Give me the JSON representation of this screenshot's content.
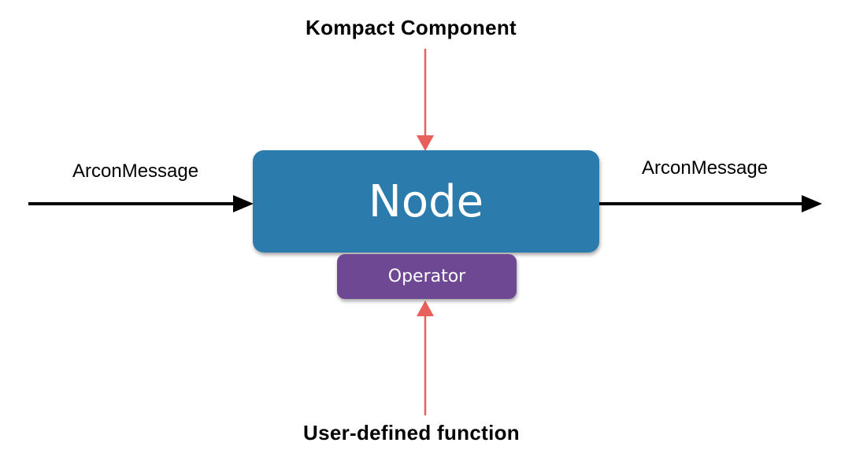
{
  "labels": {
    "top": "Kompact Component",
    "bottom": "User-defined function",
    "input_message": "ArconMessage",
    "output_message": "ArconMessage"
  },
  "boxes": {
    "node": "Node",
    "operator": "Operator"
  },
  "colors": {
    "node_fill": "#2b7cac",
    "operator_fill": "#6e4892",
    "red_arrow": "#e8605a",
    "black_arrow": "#000000"
  }
}
